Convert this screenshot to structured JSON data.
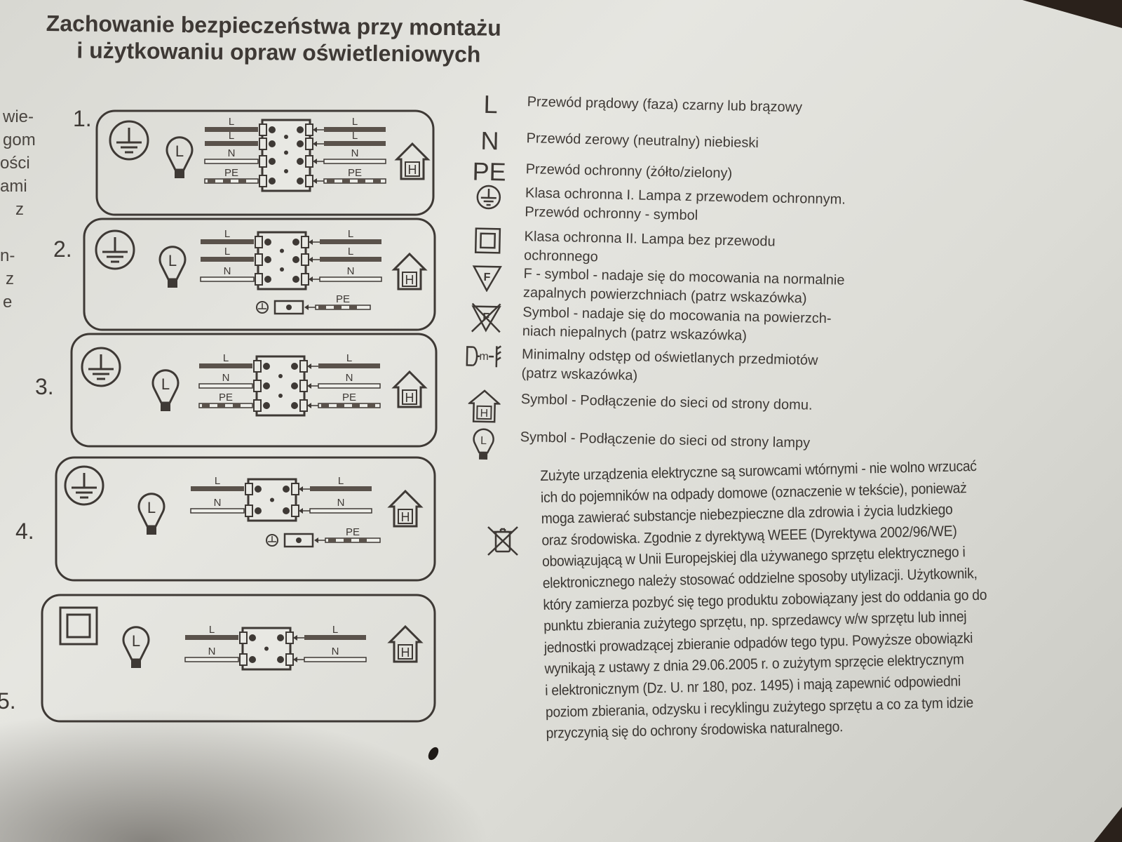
{
  "title": {
    "line1": "Zachowanie bezpieczeństwa przy montażu",
    "line2": "i użytkowaniu opraw oświetleniowych"
  },
  "margin_fragments": [
    "wie-",
    "gom",
    "ości",
    "ami",
    "z",
    "",
    "n-",
    "z",
    "e"
  ],
  "diagrams": [
    {
      "number": "1.",
      "class_symbol": "earth-icon",
      "wires_left": [
        "L",
        "L",
        "N",
        "PE"
      ],
      "wires_right": [
        "L",
        "L",
        "N",
        "PE"
      ],
      "house_label": "H",
      "lamp_label": "L"
    },
    {
      "number": "2.",
      "class_symbol": "earth-icon",
      "wires_left": [
        "L",
        "L",
        "N"
      ],
      "wires_right": [
        "L",
        "L",
        "N",
        "PE"
      ],
      "house_label": "H",
      "lamp_label": "L"
    },
    {
      "number": "3.",
      "class_symbol": "earth-icon",
      "wires_left": [
        "L",
        "N",
        "PE"
      ],
      "wires_right": [
        "L",
        "N",
        "PE"
      ],
      "house_label": "H",
      "lamp_label": "L"
    },
    {
      "number": "4.",
      "class_symbol": "earth-icon",
      "wires_left": [
        "L",
        "N"
      ],
      "wires_right": [
        "L",
        "N",
        "PE"
      ],
      "house_label": "H",
      "lamp_label": "L"
    },
    {
      "number": "5.",
      "class_symbol": "double-square-icon",
      "wires_left": [
        "L",
        "N"
      ],
      "wires_right": [
        "L",
        "N"
      ],
      "house_label": "H",
      "lamp_label": "L"
    }
  ],
  "legend": [
    {
      "symbol": "L",
      "icon": "",
      "lines": [
        "Przewód prądowy (faza) czarny lub brązowy"
      ]
    },
    {
      "symbol": "N",
      "icon": "",
      "lines": [
        "Przewód zerowy (neutralny) niebieski"
      ]
    },
    {
      "symbol": "PE",
      "icon": "",
      "lines": [
        "Przewód ochronny (żółto/zielony)"
      ]
    },
    {
      "symbol": "",
      "icon": "earth-icon",
      "lines": [
        "Klasa ochronna I. Lampa z przewodem ochronnym.",
        "Przewód ochronny - symbol"
      ]
    },
    {
      "symbol": "",
      "icon": "double-square-icon",
      "lines": [
        "Klasa ochronna II. Lampa bez przewodu",
        "ochronnego"
      ]
    },
    {
      "symbol": "",
      "icon": "f-triangle-icon",
      "lines": [
        "F - symbol - nadaje się do mocowania na normalnie",
        "zapalnych powierzchniach (patrz wskazówka)"
      ]
    },
    {
      "symbol": "",
      "icon": "crossed-f-triangle-icon",
      "lines": [
        "Symbol - nadaje się do mocowania na powierzch-",
        "niach niepalnych (patrz wskazówka)"
      ]
    },
    {
      "symbol": "",
      "icon": "min-distance-icon",
      "lines": [
        "Minimalny odstęp od oświetlanych przedmiotów",
        "(patrz wskazówka)"
      ]
    },
    {
      "symbol": "",
      "icon": "house-icon",
      "lines": [
        "Symbol - Podłączenie do sieci od strony domu."
      ]
    },
    {
      "symbol": "",
      "icon": "lamp-icon",
      "lines": [
        "Symbol - Podłączenie do sieci od strony lampy"
      ]
    }
  ],
  "icon_labels": {
    "house": "H",
    "lamp": "L",
    "f": "F",
    "min_distance": "m"
  },
  "weee": {
    "icon": "crossed-bin-icon",
    "lines": [
      "Zużyte urządzenia elektryczne są surowcami wtórnymi - nie wolno wrzucać",
      "ich do pojemników na odpady domowe (oznaczenie w tekście), ponieważ",
      "moga zawierać substancje niebezpieczne dla zdrowia i życia ludzkiego",
      "oraz środowiska. Zgodnie z dyrektywą WEEE (Dyrektywa 2002/96/WE)",
      "obowiązującą w Unii Europejskiej dla używanego sprzętu elektrycznego i",
      "elektronicznego należy stosować oddzielne sposoby utylizacji. Użytkownik,",
      "który zamierza pozbyć się tego produktu zobowiązany jest do oddania go do",
      "punktu zbierania zużytego sprzętu, np. sprzedawcy w/w sprzętu lub innej",
      "jednostki prowadzącej zbieranie odpadów tego typu. Powyższe obowiązki",
      "wynikają z ustawy z dnia 29.06.2005 r. o zużytym sprzęcie elektrycznym",
      "i elektronicznym (Dz. U. nr 180, poz. 1495) i mają zapewnić odpowiedni",
      "poziom zbierania, odzysku i recyklingu zużytego sprzętu a co za tym idzie",
      "przyczynią się do ochrony środowiska naturalnego."
    ]
  }
}
